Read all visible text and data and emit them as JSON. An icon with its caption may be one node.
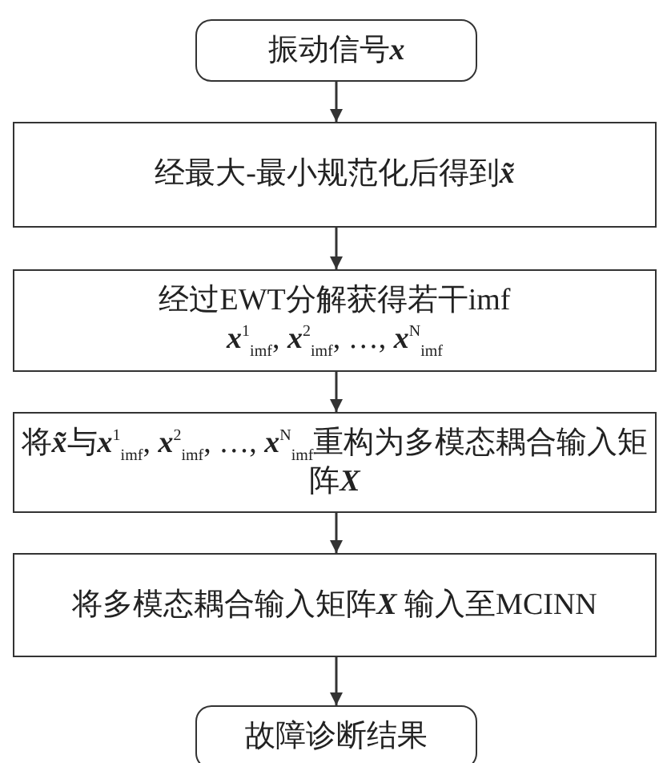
{
  "diagram": {
    "nodes": [
      {
        "text": [
          "振动信号**x**"
        ]
      },
      {
        "text": [
          "经最大-最小规范化后得到**x̃**"
        ]
      },
      {
        "text": [
          "经过EWT分解获得若干imf",
          "**x**$^{1}$$_{imf}$, **x**$^{2}$$_{imf}$, …, **x**$^{N}$$_{imf}$"
        ]
      },
      {
        "text": [
          "将**x̃**与**x**$^{1}$$_{imf}$, **x**$^{2}$$_{imf}$, …, **x**$^{N}$$_{imf}$重构为多模态耦合输入矩阵**X**"
        ]
      },
      {
        "text": [
          "将多模态耦合输入矩阵**X** 输入至MCINN"
        ]
      },
      {
        "text": [
          "故障诊断结果"
        ]
      }
    ],
    "edges": [
      {
        "from": 0,
        "to": 1,
        "arrow": "to"
      },
      {
        "from": 1,
        "to": 2,
        "arrow": "to"
      },
      {
        "from": 2,
        "to": 3,
        "arrow": "to"
      },
      {
        "from": 3,
        "to": 4,
        "arrow": "to"
      },
      {
        "from": 4,
        "to": 5,
        "arrow": "to"
      }
    ]
  }
}
